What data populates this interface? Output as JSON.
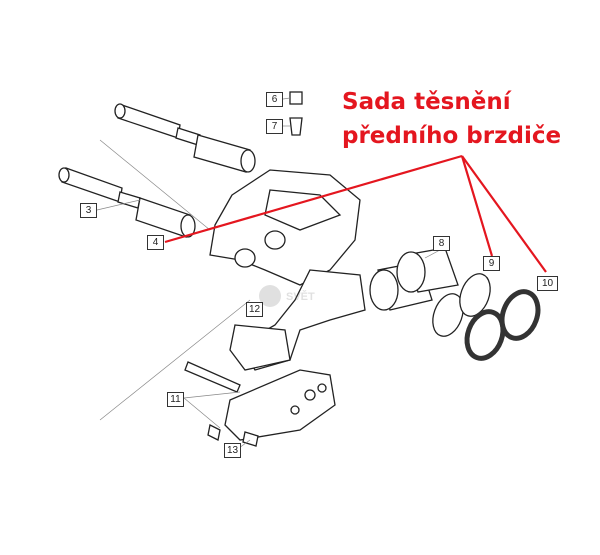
{
  "callout": {
    "line1": "Sada těsnění",
    "line2": "předního brzdiče",
    "color": "#e4161f"
  },
  "part_labels": [
    "3",
    "4",
    "6",
    "7",
    "8",
    "9",
    "10",
    "11",
    "12",
    "13"
  ],
  "watermark": "SVĚT"
}
